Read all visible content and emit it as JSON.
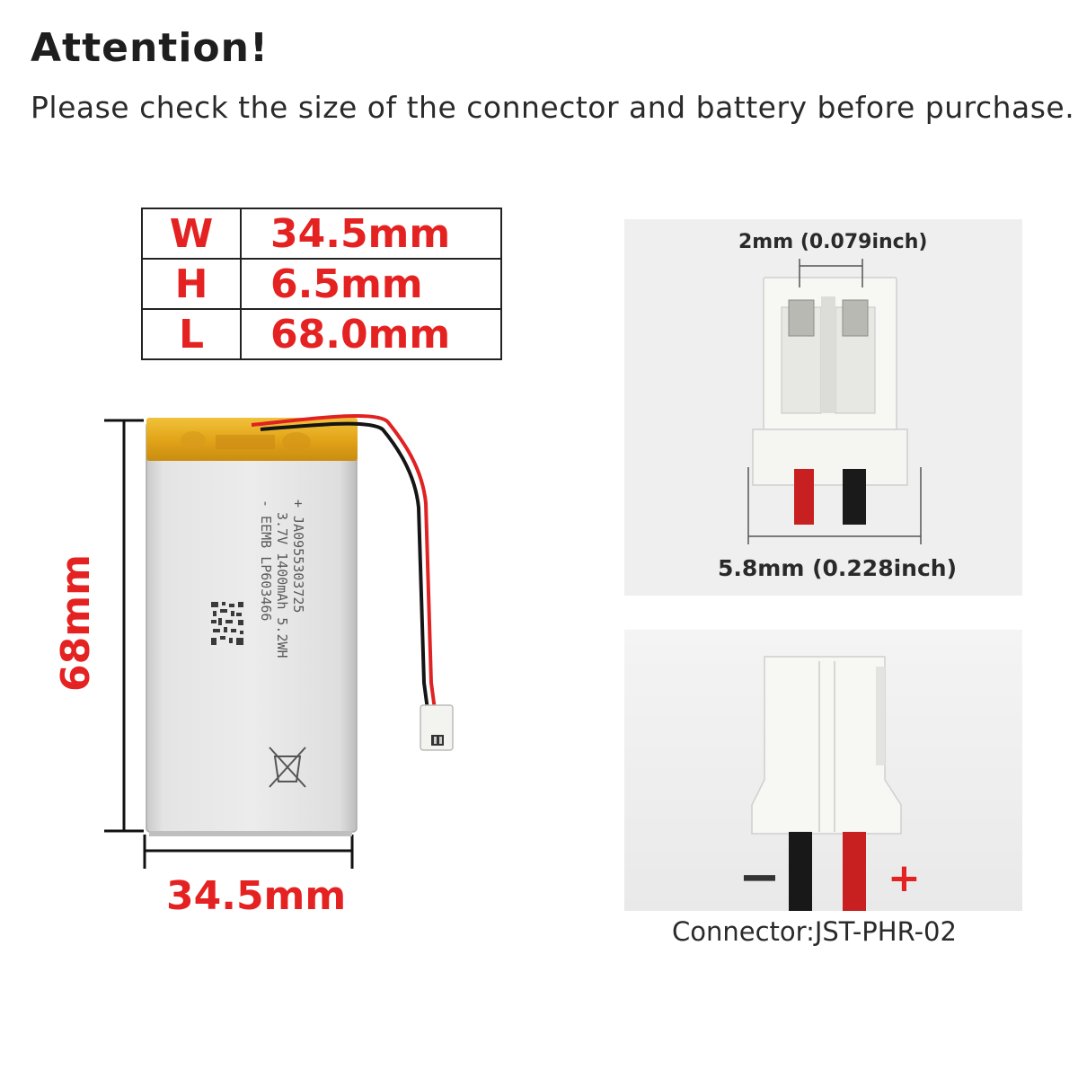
{
  "header": {
    "title": "Attention!",
    "subtitle": "Please check the size of the connector and battery before purchase."
  },
  "dimensions": [
    {
      "key": "W",
      "value": "34.5mm"
    },
    {
      "key": "H",
      "value": "6.5mm"
    },
    {
      "key": "L",
      "value": "68.0mm"
    }
  ],
  "battery": {
    "width_label": "34.5mm",
    "height_label": "68mm",
    "print_lines": [
      "- EEMB LP603466",
      "3.7V 1400mAh 5.2WH",
      "+ JA0955303725"
    ]
  },
  "connector": {
    "pitch_label": "2mm (0.079inch)",
    "width_label": "5.8mm (0.228inch)",
    "minus_sign": "−",
    "plus_sign": "+",
    "name_label": "Connector:JST-PHR-02"
  },
  "colors": {
    "accent": "#e52222",
    "text": "#222222",
    "panel": "#efefef"
  }
}
